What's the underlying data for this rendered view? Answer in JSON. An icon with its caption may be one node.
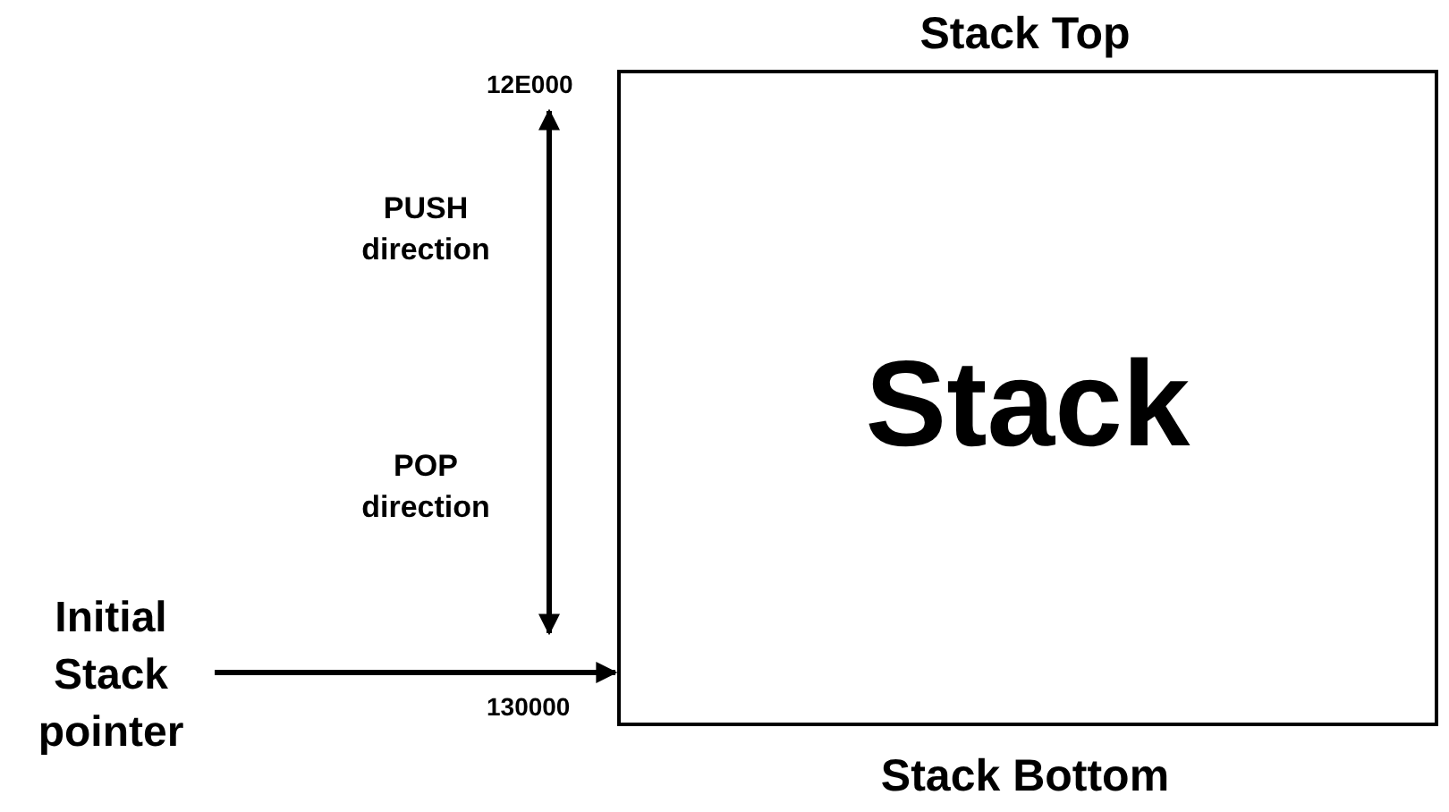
{
  "diagram": {
    "nodes": [
      {
        "text": [
          "Stack"
        ],
        "beside": [
          "Stack Top",
          "Stack Bottom"
        ]
      },
      {
        "text": [
          "Initial Stack pointer"
        ]
      }
    ],
    "edges": [
      {
        "from": 1,
        "to": 0,
        "arrow": "to"
      }
    ],
    "labels": [
      "12E000",
      "PUSH direction",
      "POP direction",
      "130000"
    ]
  }
}
